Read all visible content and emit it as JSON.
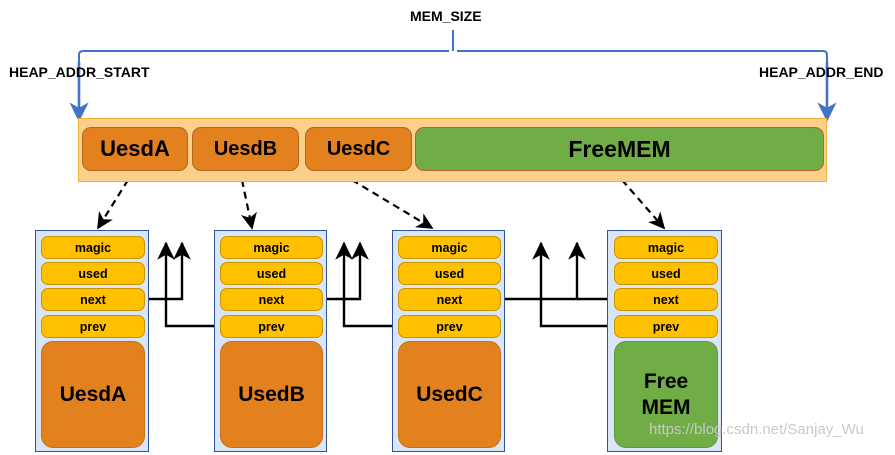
{
  "diagram": {
    "title_label": "MEM_SIZE",
    "start_label": "HEAP_ADDR_START",
    "end_label": "HEAP_ADDR_END",
    "watermark": "https://blog.csdn.net/Sanjay_Wu",
    "bracket_color": "#4472C4",
    "used_color": "#E2811E",
    "free_color": "#70AD47",
    "field_color": "#FFC000",
    "node_border_color": "#2F5597",
    "bar_color": "#FBD08A"
  },
  "memory_bar": {
    "blocks": [
      {
        "label": "UesdA",
        "kind": "used"
      },
      {
        "label": "UesdB",
        "kind": "used"
      },
      {
        "label": "UesdC",
        "kind": "used"
      },
      {
        "label": "FreeMEM",
        "kind": "free"
      }
    ]
  },
  "nodes": [
    {
      "body": "UesdA",
      "kind": "used",
      "fields": [
        {
          "label": "magic"
        },
        {
          "label": "used"
        },
        {
          "label": "next"
        },
        {
          "label": "prev"
        }
      ]
    },
    {
      "body": "UsedB",
      "kind": "used",
      "fields": [
        {
          "label": "magic"
        },
        {
          "label": "used"
        },
        {
          "label": "next"
        },
        {
          "label": "prev"
        }
      ]
    },
    {
      "body": "UsedC",
      "kind": "used",
      "fields": [
        {
          "label": "magic"
        },
        {
          "label": "used"
        },
        {
          "label": "next"
        },
        {
          "label": "prev"
        }
      ]
    },
    {
      "body": "Free\nMEM",
      "kind": "free",
      "fields": [
        {
          "label": "magic"
        },
        {
          "label": "used"
        },
        {
          "label": "next"
        },
        {
          "label": "prev"
        }
      ]
    }
  ]
}
